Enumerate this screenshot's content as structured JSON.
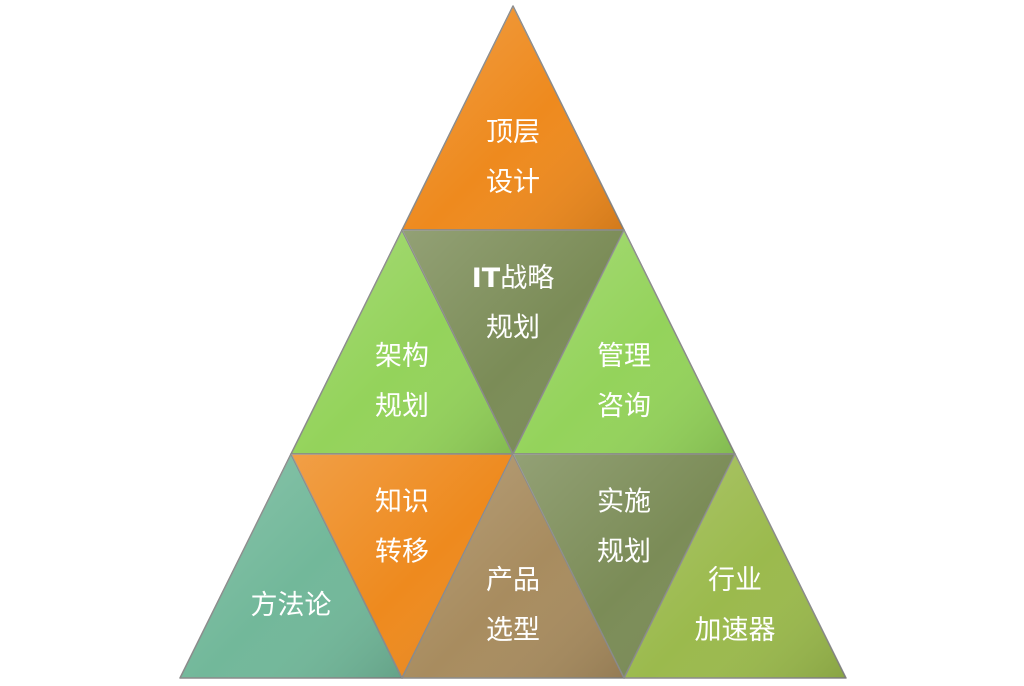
{
  "colors": {
    "orange": "#ee8a1e",
    "green": "#94d35b",
    "olive": "#7b8c57",
    "teal": "#72b89a",
    "brown": "#a88c5f",
    "yellow_green": "#9bba4d",
    "stroke": "#8a8a8a",
    "text": "#ffffff"
  },
  "cells": [
    {
      "id": "top-design",
      "row": 0,
      "col": 0,
      "up": true,
      "color": "orange",
      "lines": [
        "顶层",
        "设计"
      ]
    },
    {
      "id": "architecture-plan",
      "row": 1,
      "col": 0,
      "up": true,
      "color": "green",
      "lines": [
        "架构",
        "规划"
      ]
    },
    {
      "id": "it-strategy",
      "row": 1,
      "col": 1,
      "up": false,
      "color": "olive",
      "lines": [
        "IT战略",
        "规划"
      ],
      "bold_prefix": "IT"
    },
    {
      "id": "management-consult",
      "row": 1,
      "col": 2,
      "up": true,
      "color": "green",
      "lines": [
        "管理",
        "咨询"
      ]
    },
    {
      "id": "methodology",
      "row": 2,
      "col": 0,
      "up": true,
      "color": "teal",
      "lines": [
        "方法论"
      ]
    },
    {
      "id": "knowledge-transfer",
      "row": 2,
      "col": 1,
      "up": false,
      "color": "orange",
      "lines": [
        "知识",
        "转移"
      ]
    },
    {
      "id": "product-selection",
      "row": 2,
      "col": 2,
      "up": true,
      "color": "brown",
      "lines": [
        "产品",
        "选型"
      ]
    },
    {
      "id": "implementation-plan",
      "row": 2,
      "col": 3,
      "up": false,
      "color": "olive",
      "lines": [
        "实施",
        "规划"
      ]
    },
    {
      "id": "industry-accelerator",
      "row": 2,
      "col": 4,
      "up": true,
      "color": "yellow_green",
      "lines": [
        "行业",
        "加速器"
      ]
    }
  ]
}
